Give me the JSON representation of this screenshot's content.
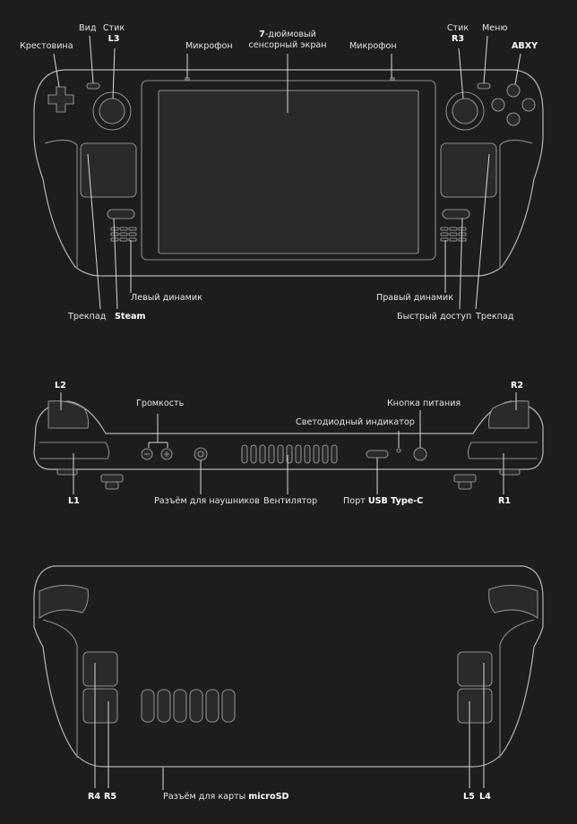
{
  "front": {
    "crosspad": "Крестовина",
    "view": "Вид",
    "stick_left": [
      "Стик",
      "L3"
    ],
    "mic_left": "Микрофон",
    "screen": [
      "7-дюймовый",
      "сенсорный экран"
    ],
    "mic_right": "Микрофон",
    "stick_right": [
      "Стик",
      "R3"
    ],
    "menu": "Меню",
    "abxy": "ABXY",
    "trackpad_left": "Трекпад",
    "steam": "Steam",
    "speaker_left": "Левый динамик",
    "speaker_right": "Правый динамик",
    "quick_access": "Быстрый доступ",
    "trackpad_right": "Трекпад"
  },
  "top": {
    "l2": "L2",
    "r2": "R2",
    "volume": "Громкость",
    "led": "Светодиодный индикатор",
    "power": "Кнопка питания",
    "l1": "L1",
    "headphones": "Разъём для наушников",
    "fan": "Вентилятор",
    "usb": [
      "Порт ",
      "USB Type-C"
    ],
    "r1": "R1"
  },
  "back": {
    "r4": "R4",
    "r5": "R5",
    "microsd": [
      "Разъём для карты ",
      "microSD"
    ],
    "l5": "L5",
    "l4": "L4"
  }
}
